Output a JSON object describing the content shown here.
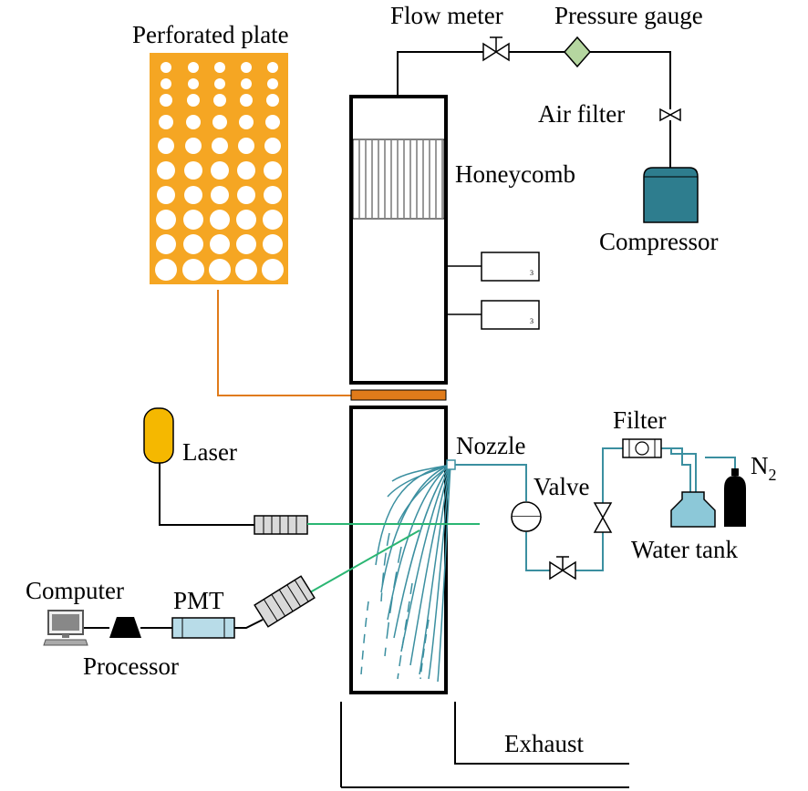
{
  "labels": {
    "perforated_plate": "Perforated plate",
    "flow_meter": "Flow meter",
    "pressure_gauge": "Pressure gauge",
    "air_filter": "Air filter",
    "honeycomb": "Honeycomb",
    "compressor": "Compressor",
    "laser": "Laser",
    "nozzle": "Nozzle",
    "filter": "Filter",
    "valve": "Valve",
    "n2_main": "N",
    "n2_sub": "2",
    "water_tank": "Water tank",
    "computer": "Computer",
    "pmt": "PMT",
    "processor": "Processor",
    "exhaust": "Exhaust"
  },
  "colors": {
    "plate_orange": "#f5a623",
    "orange_line": "#e07b1a",
    "compressor_teal": "#2e7d8e",
    "water_line": "#3b8fa0",
    "gauge_green": "#b5d6a0",
    "laser_yellow": "#f5b800",
    "beam_green": "#2bb673",
    "water_tank": "#8cc8d8",
    "pmt_blue": "#b8dce8"
  }
}
